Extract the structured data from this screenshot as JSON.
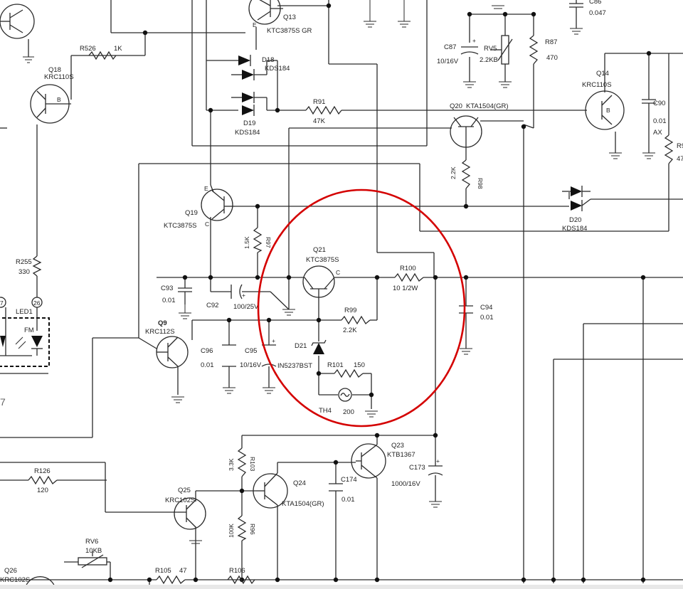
{
  "transistors": {
    "q13": {
      "ref": "Q13",
      "part": "KTC3875S GR",
      "pin": "E"
    },
    "q18": {
      "ref": "Q18",
      "part": "KRC110S",
      "pin": "B"
    },
    "q14": {
      "ref": "Q14",
      "part": "KRC110S",
      "pin": "B"
    },
    "q20": {
      "ref": "Q20",
      "part": "KTA1504(GR)"
    },
    "q19": {
      "ref": "Q19",
      "part": "KTC3875S",
      "pin_e": "E",
      "pin_c": "C"
    },
    "q21": {
      "ref": "Q21",
      "part": "KTC3875S",
      "pin_c": "C"
    },
    "q9": {
      "ref": "Q9",
      "part": "KRC112S"
    },
    "q23": {
      "ref": "Q23",
      "part": "KTB1367"
    },
    "q24": {
      "ref": "Q24",
      "part": "KTA1504(GR)"
    },
    "q25": {
      "ref": "Q25",
      "part": "KRC102S"
    },
    "q26": {
      "ref": "Q26",
      "part": "KRC102S"
    }
  },
  "resistors": {
    "r526": {
      "ref": "R526",
      "value": "1K"
    },
    "r91": {
      "ref": "R91",
      "value": "47K"
    },
    "r87": {
      "ref": "R87",
      "value": "470"
    },
    "r98": {
      "ref": "R98",
      "value": "2.2K"
    },
    "r97": {
      "ref": "R97",
      "value": "1.5K"
    },
    "r100": {
      "ref": "R100",
      "value": "10 1/2W"
    },
    "r99": {
      "ref": "R99",
      "value": "2.2K"
    },
    "r101": {
      "ref": "R101",
      "value": "150"
    },
    "r255": {
      "ref": "R255",
      "value": "330"
    },
    "r126": {
      "ref": "R126",
      "value": "120"
    },
    "r103": {
      "ref": "R103",
      "value": "3.3K"
    },
    "r96": {
      "ref": "R96",
      "value": "100K"
    },
    "r105": {
      "ref": "R105",
      "value": "47"
    },
    "r106": {
      "ref": "R106"
    },
    "r9x": {
      "ref": "R9",
      "value": "47"
    },
    "rv5": {
      "ref": "RV5",
      "value": "2.2KB"
    },
    "rv6": {
      "ref": "RV6",
      "value": "10KB"
    }
  },
  "capacitors": {
    "c86": {
      "ref": "C86",
      "value": "0.047"
    },
    "c87": {
      "ref": "C87",
      "value": "10/16V"
    },
    "c90": {
      "ref": "C90",
      "value": "0.01",
      "extra": "AX"
    },
    "c93": {
      "ref": "C93",
      "value": "0.01"
    },
    "c92": {
      "ref": "C92",
      "value": "100/25V"
    },
    "c94": {
      "ref": "C94",
      "value": "0.01"
    },
    "c96": {
      "ref": "C96",
      "value": "0.01"
    },
    "c95": {
      "ref": "C95",
      "value": "10/16V"
    },
    "c173": {
      "ref": "C173",
      "value": "1000/16V"
    },
    "c174": {
      "ref": "C174",
      "value": "0.01"
    }
  },
  "diodes": {
    "d18": {
      "ref": "D18",
      "part": "KDS184"
    },
    "d19": {
      "ref": "D19",
      "part": "KDS184"
    },
    "d20": {
      "ref": "D20",
      "part": "KDS184"
    },
    "d21": {
      "ref": "D21",
      "part": "IN5237BST"
    }
  },
  "thermistor": {
    "ref": "TH4",
    "value": "200"
  },
  "led": {
    "ref": "LED1",
    "label": "FM",
    "pin_a": "26",
    "pin_b": "7",
    "edge_digit": "7"
  },
  "highlight_color": "#d40000"
}
